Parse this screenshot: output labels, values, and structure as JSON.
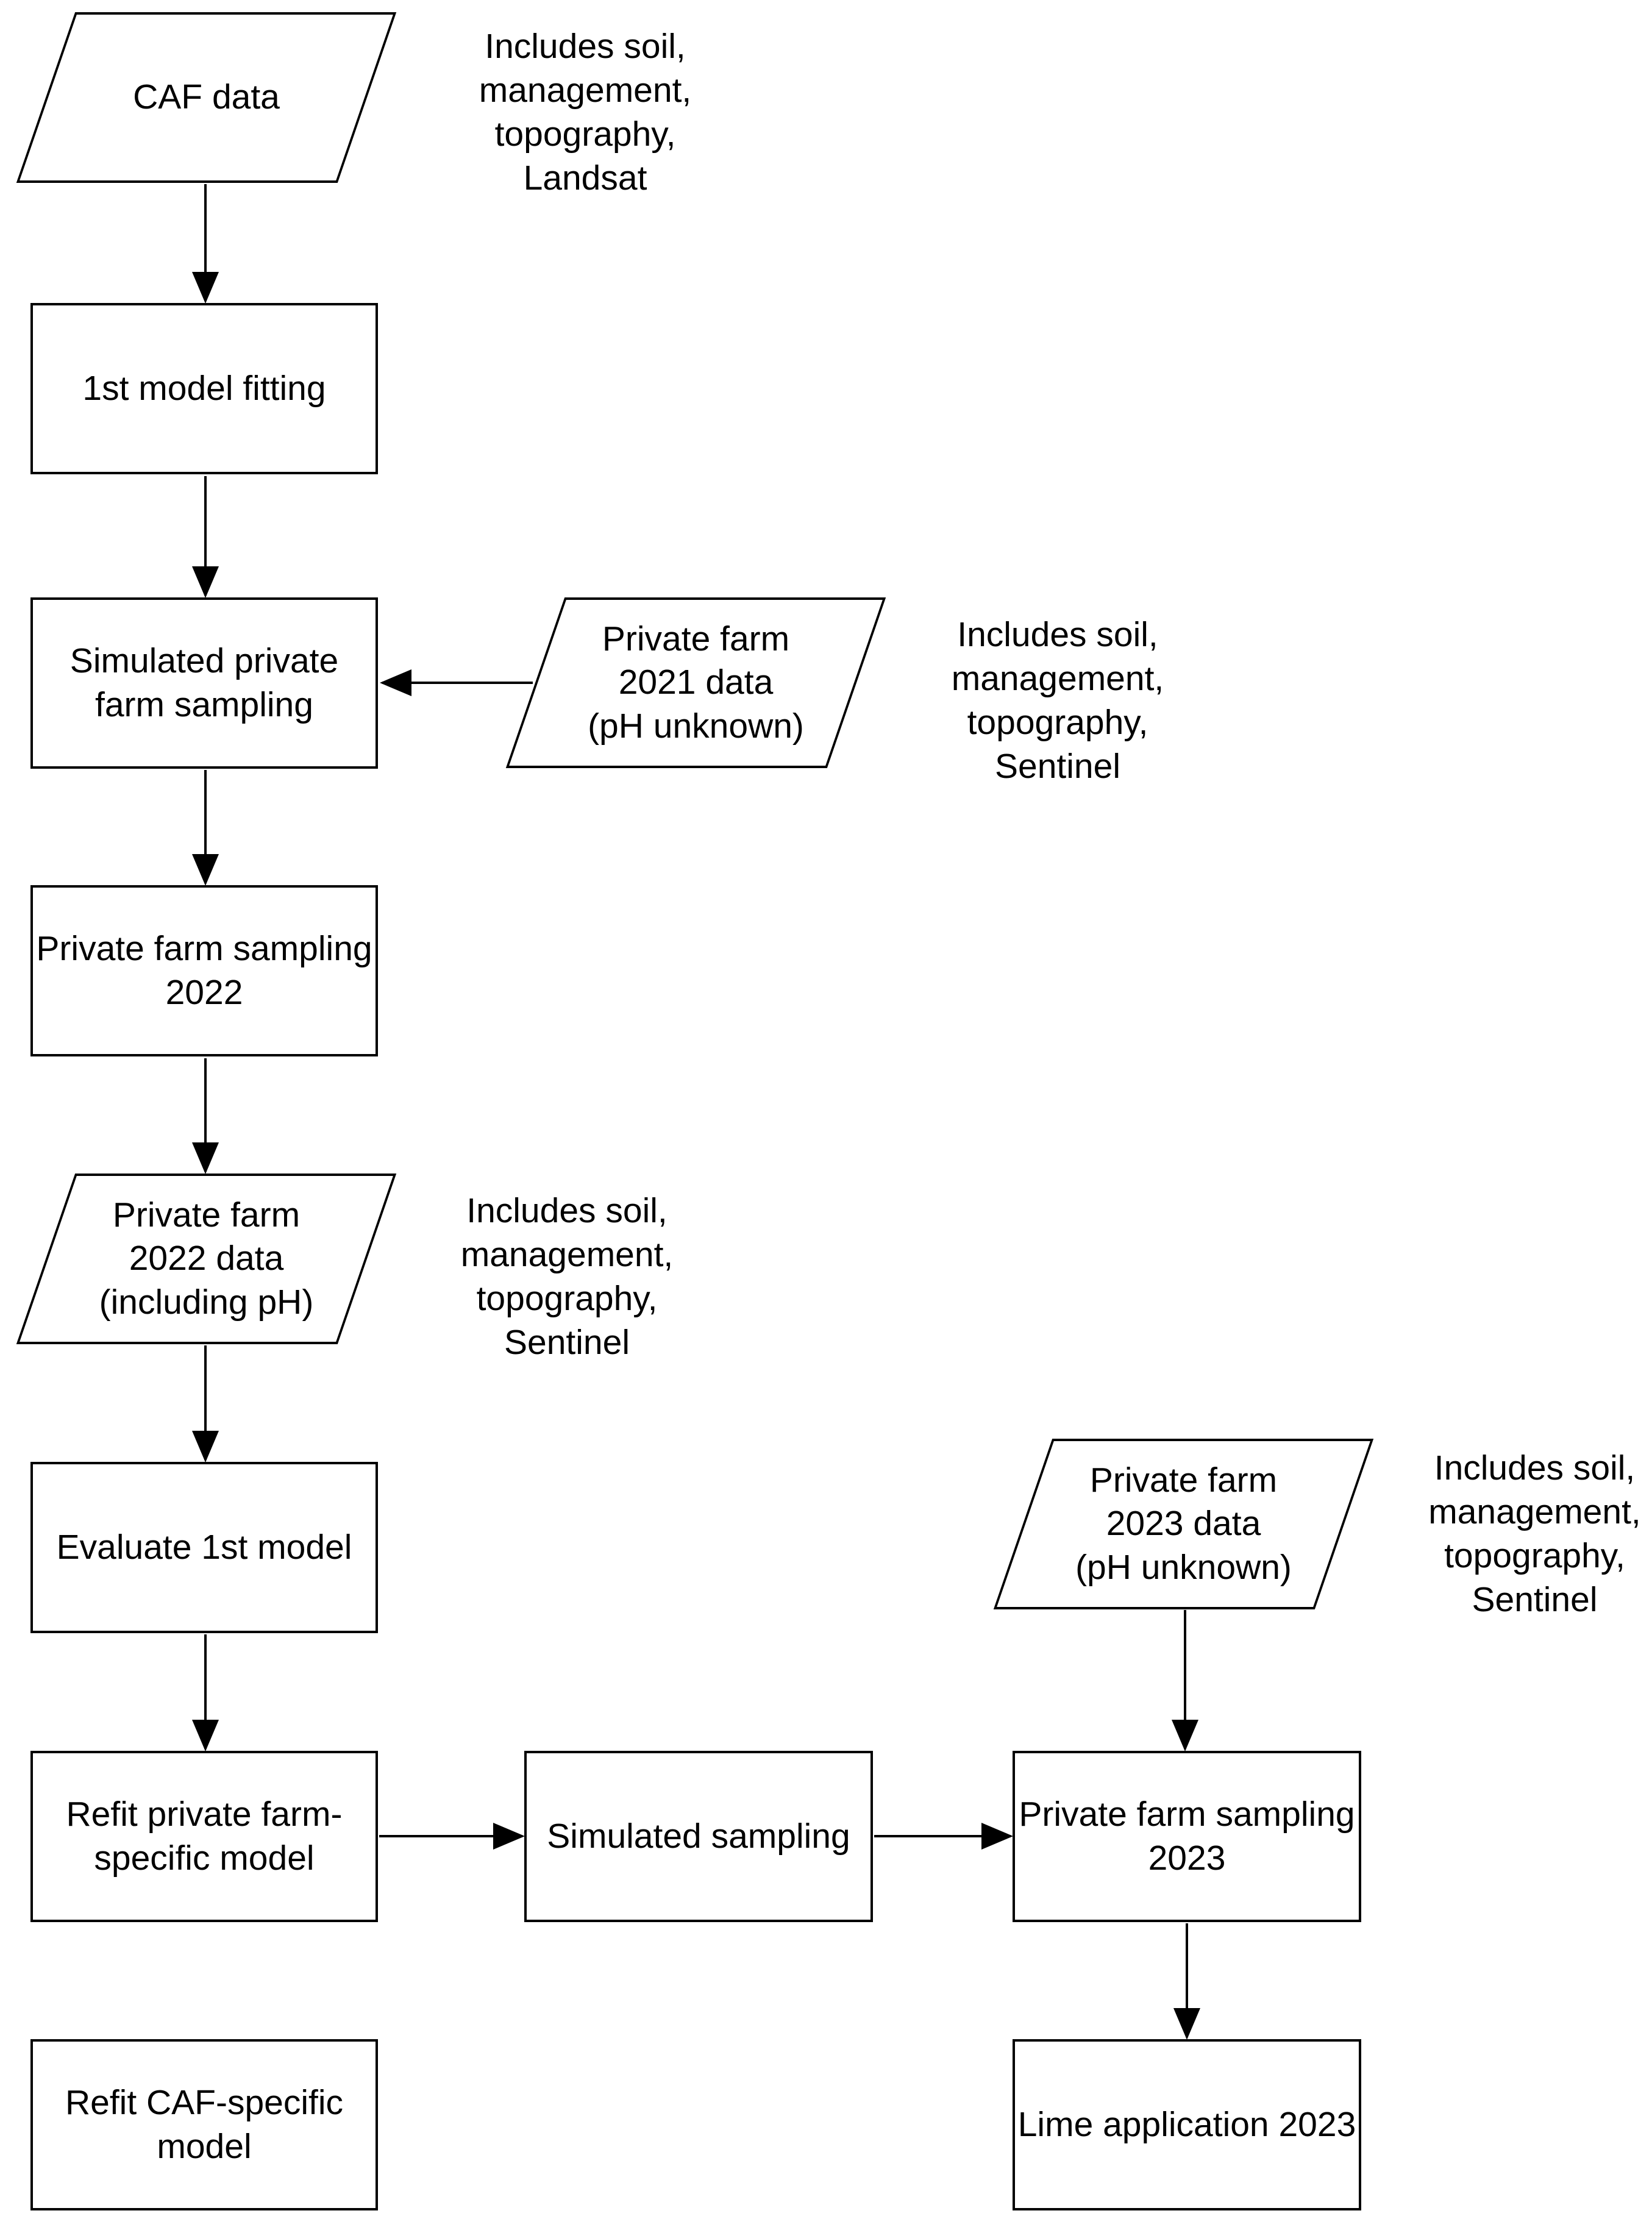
{
  "diagram": {
    "background_color": "#ffffff",
    "stroke_color": "#000000",
    "text_color": "#000000",
    "nodes": {
      "caf_data": {
        "shape": "parallelogram",
        "label": "CAF data"
      },
      "first_model_fitting": {
        "shape": "rect",
        "label": "1st model fitting"
      },
      "simulated_private_farm_sampling": {
        "shape": "rect",
        "label": "Simulated private\nfarm sampling"
      },
      "private_farm_2021_data": {
        "shape": "parallelogram",
        "label": "Private farm\n2021 data\n(pH unknown)"
      },
      "private_farm_sampling_2022": {
        "shape": "rect",
        "label": "Private farm sampling\n2022"
      },
      "private_farm_2022_data": {
        "shape": "parallelogram",
        "label": "Private farm\n2022 data\n(including pH)"
      },
      "evaluate_first_model": {
        "shape": "rect",
        "label": "Evaluate 1st model"
      },
      "refit_private_farm_model": {
        "shape": "rect",
        "label": "Refit private farm-\nspecific model"
      },
      "simulated_sampling": {
        "shape": "rect",
        "label": "Simulated sampling"
      },
      "refit_caf_model": {
        "shape": "rect",
        "label": "Refit CAF-specific\nmodel"
      },
      "private_farm_2023_data": {
        "shape": "parallelogram",
        "label": "Private farm\n2023 data\n(pH unknown)"
      },
      "private_farm_sampling_2023": {
        "shape": "rect",
        "label": "Private farm sampling\n2023"
      },
      "lime_application_2023": {
        "shape": "rect",
        "label": "Lime application 2023"
      }
    },
    "annotations": {
      "caf_data_note": "Includes soil,\nmanagement,\ntopography,\nLandsat",
      "private_farm_2021_note": "Includes soil,\nmanagement,\ntopography,\nSentinel",
      "private_farm_2022_note": "Includes soil,\nmanagement,\ntopography,\nSentinel",
      "private_farm_2023_note": "Includes soil,\nmanagement,\ntopography,\nSentinel"
    }
  }
}
